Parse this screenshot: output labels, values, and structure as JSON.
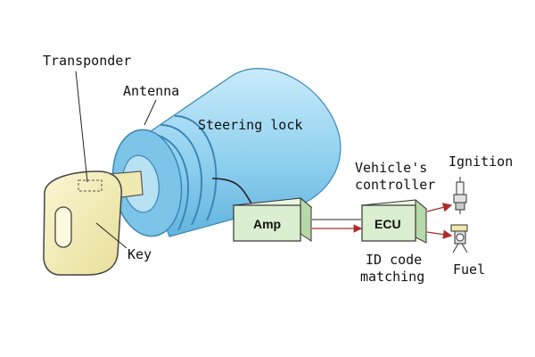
{
  "labels": {
    "transponder": "Transponder",
    "antenna": "Antenna",
    "steering_lock": "Steering lock",
    "key": "Key",
    "amp": "Amp",
    "ecu": "ECU",
    "vehicle_controller_line1": "Vehicle's",
    "vehicle_controller_line2": "controller",
    "ignition": "Ignition",
    "fuel": "Fuel",
    "id_code_line1": "ID code",
    "id_code_line2": "matching"
  },
  "colors": {
    "cylinder": "#8fd0ef",
    "cylinder_dark": "#4fa6d6",
    "key_body": "#f3edb4",
    "box_fill": "#d9efcf",
    "box_side": "#b7d8a8",
    "arrow": "#b02a2a"
  }
}
